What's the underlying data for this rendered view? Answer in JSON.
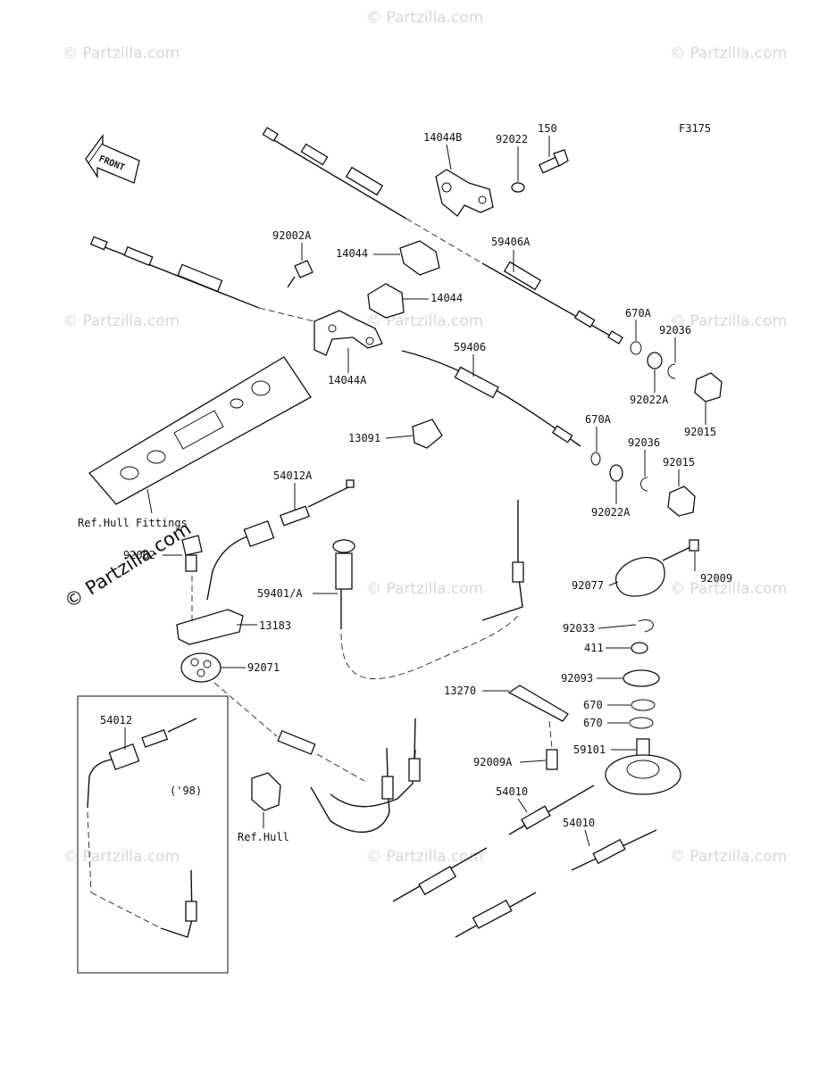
{
  "figure_code": "F3175",
  "front_arrow_text": "FRONT",
  "watermark_text": "© Partzilla.com",
  "brand_stamp_text": "© Partzilla.com",
  "inset_note": "('98)",
  "labels": {
    "p14044B": "14044B",
    "p92022": "92022",
    "p150": "150",
    "p92002A": "92002A",
    "p14044_top": "14044",
    "p14044_bot": "14044",
    "p59406A": "59406A",
    "p670A_1": "670A",
    "p92036_1": "92036",
    "p92022A_1": "92022A",
    "p92015_1": "92015",
    "p14044A": "14044A",
    "p59406": "59406",
    "p13091": "13091",
    "p670A_2": "670A",
    "p92036_2": "92036",
    "p92015_2": "92015",
    "p92022A_2": "92022A",
    "p54012A": "54012A",
    "refHullFittings": "Ref.Hull Fittings",
    "p92002": "92002",
    "p59401A": "59401/A",
    "p13183": "13183",
    "p92071": "92071",
    "p92077": "92077",
    "p92009": "92009",
    "p92033": "92033",
    "p411": "411",
    "p92093": "92093",
    "p13270": "13270",
    "p670_1": "670",
    "p670_2": "670",
    "p54012": "54012",
    "p59101": "59101",
    "p92009A": "92009A",
    "p54010_1": "54010",
    "p54010_2": "54010",
    "refHull": "Ref.Hull"
  }
}
